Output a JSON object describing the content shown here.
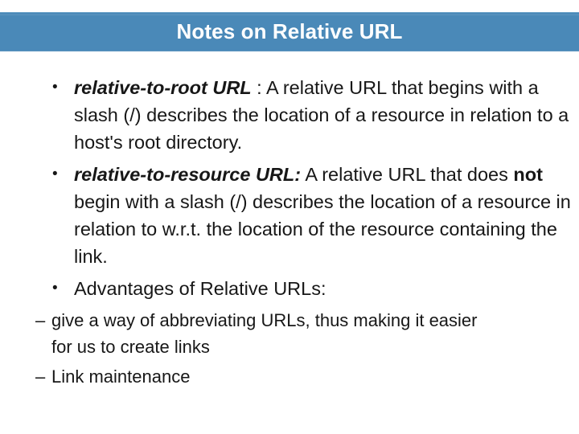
{
  "slide": {
    "title": "Notes on Relative URL",
    "theme": {
      "banner_color": "#4a89b8",
      "banner_text_color": "#ffffff",
      "background_color": "#ffffff",
      "body_text_color": "#171717"
    },
    "bullet_marker": "•",
    "sub_bullet_marker": "–",
    "bullets": [
      {
        "term": "relative-to-root URL",
        "separator": " : ",
        "body_before_strong": "A relative URL that begins with a slash (/) describes the location of a resource in relation to a host's root directory.",
        "strong": "",
        "body_after_strong": "",
        "sub_items": []
      },
      {
        "term": "relative-to-resource URL:",
        "separator": " ",
        "body_before_strong": "A relative URL that does ",
        "strong": "not",
        "body_after_strong": " begin with a slash (/) describes the location of a resource in relation to w.r.t. the location of the resource containing the link.",
        "sub_items": []
      },
      {
        "term": "",
        "separator": "",
        "body_before_strong": "Advantages of Relative URLs:",
        "strong": "",
        "body_after_strong": "",
        "sub_items": [
          "give a way of abbreviating URLs, thus making it easier for us to create links",
          "Link maintenance"
        ]
      }
    ]
  }
}
